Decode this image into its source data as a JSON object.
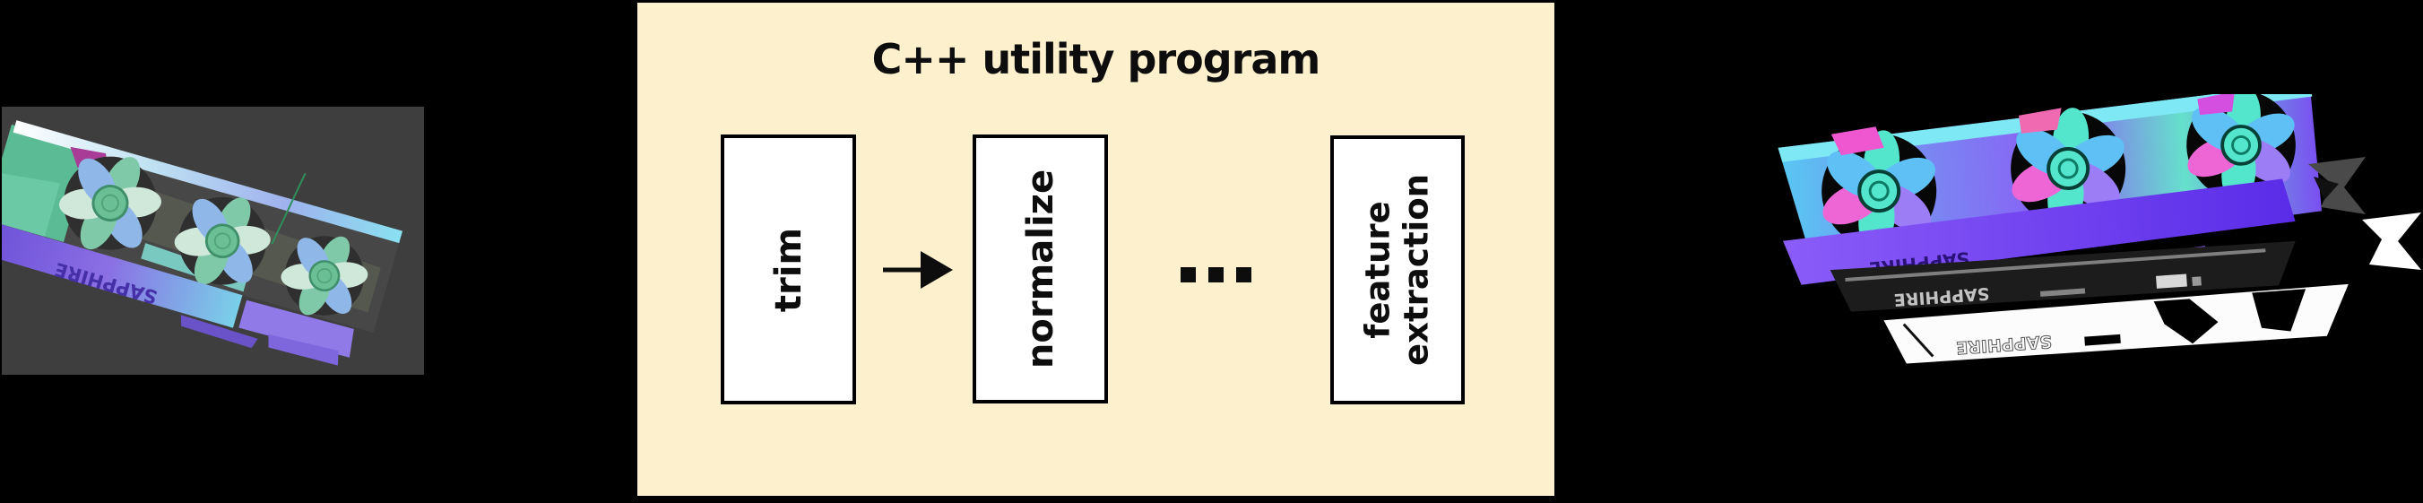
{
  "page": {
    "background": "#000000"
  },
  "left_image": {
    "description": "3d-scan-normal-map-of-gpu-on-gray",
    "background": "#3e3e3e",
    "brand_text": "SAPPHIRE",
    "palette": {
      "fan": "#7fc9a9",
      "highlight": "#e9f2e2",
      "blue": "#8fa4ec",
      "purple_bar": "#7a5cd8",
      "magenta": "#a93c96"
    }
  },
  "diagram": {
    "title": "C++ utility program",
    "background": "#fdf0cd",
    "border_color": "#000000",
    "steps": [
      {
        "label": "trim"
      },
      {
        "label": "normalize"
      },
      {
        "label": "feature extraction"
      }
    ],
    "icons": {
      "connector": "arrow-right-icon",
      "more_steps": "ellipsis-dots-icon"
    },
    "ellipsis": "...",
    "box_fill": "#ffffff",
    "text_color": "#0d0d0d"
  },
  "right_image": {
    "description": "extracted-feature-layers-of-gpu-on-black",
    "background": "#000000",
    "brand_text": "SAPPHIRE",
    "grayscale_band_text": "SAPPHIRE",
    "binary_band_text": "SAPPHIRE",
    "palette": {
      "aqua": "#54e6cc",
      "cyan": "#5ec0f5",
      "purple": "#8b5cf5",
      "magenta": "#ee66d6",
      "violet_bar": "#7a3ff0"
    }
  }
}
